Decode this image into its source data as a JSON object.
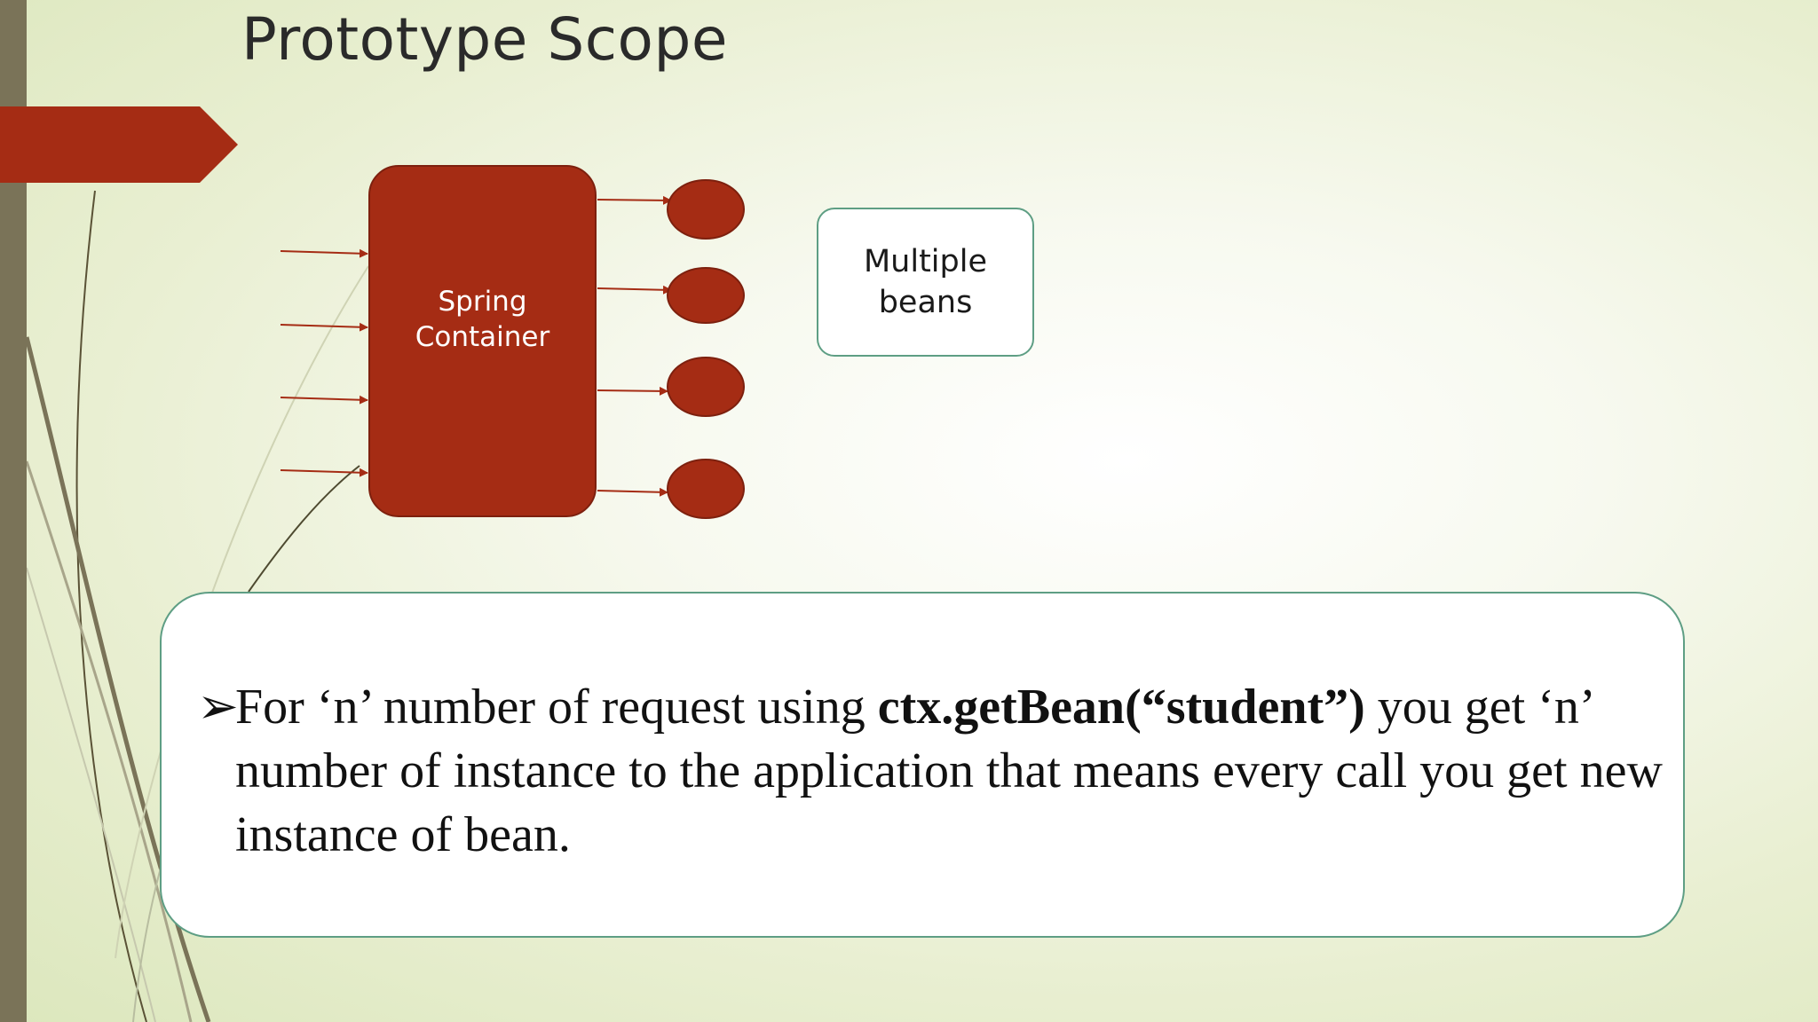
{
  "slide": {
    "title": "Prototype Scope"
  },
  "diagram": {
    "container_label": "Spring\nContainer",
    "beans_label": "Multiple\nbeans",
    "incoming_arrows": 4,
    "outgoing_beans": 4
  },
  "note": {
    "bullet_glyph": "➢",
    "text_before": "For ‘n’ number of request using ",
    "code": "ctx.getBean(“student”)",
    "text_after": " you get ‘n’ number of instance to the application that means every call you get new instance of bean."
  },
  "theme": {
    "accent": "#a52c14",
    "sidebar": "#7a7358",
    "callout_border": "#5e9e84"
  }
}
